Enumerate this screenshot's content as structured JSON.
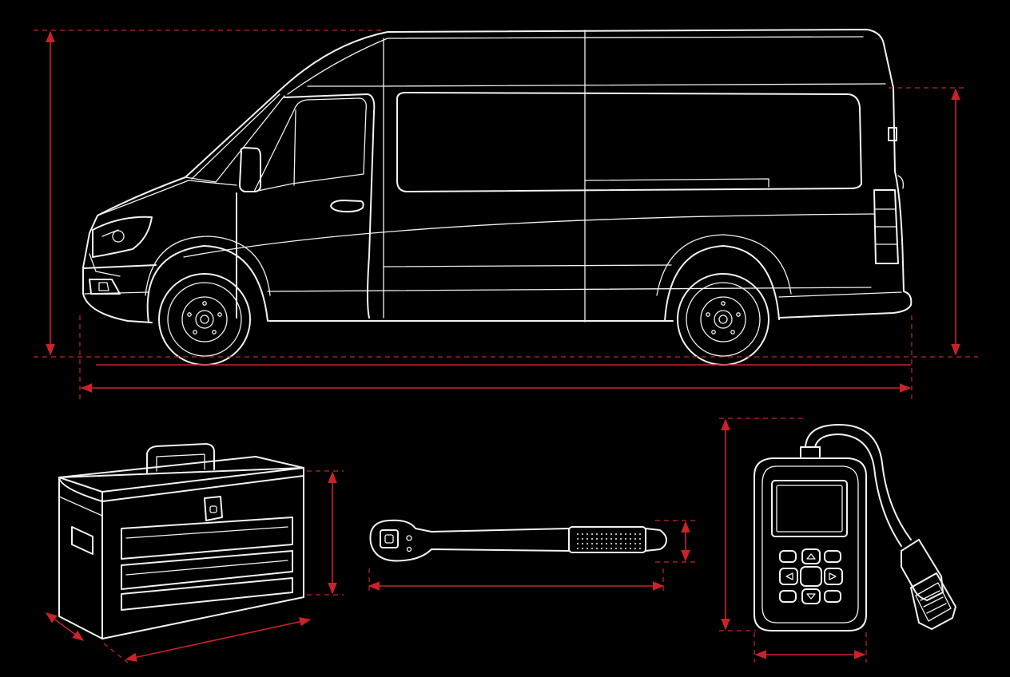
{
  "colors": {
    "background": "#000000",
    "line_art": "#f2f2f2",
    "dimension_lines": "#c8222a"
  },
  "figures": [
    {
      "id": "van",
      "icon": "cargo-van-side-view-icon"
    },
    {
      "id": "toolbox",
      "icon": "toolbox-icon"
    },
    {
      "id": "ratchet",
      "icon": "ratchet-wrench-icon"
    },
    {
      "id": "scanner",
      "icon": "obd-scanner-icon"
    }
  ]
}
